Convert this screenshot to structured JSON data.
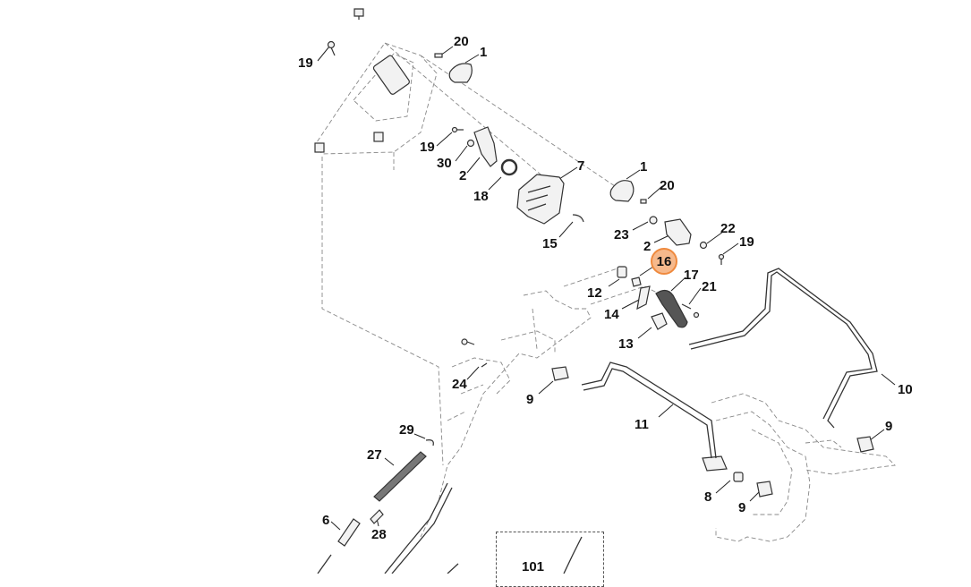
{
  "diagram": {
    "highlighted_part": "16",
    "highlight_color": "#f6b98c",
    "highlight_border": "#ef8a3e",
    "line_color": "#333333",
    "dash_color": "#888888",
    "labels": {
      "p20a": "20",
      "p1a": "1",
      "p19a": "19",
      "p19b": "19",
      "p30": "30",
      "p2a": "2",
      "p18": "18",
      "p7": "7",
      "p1b": "1",
      "p20b": "20",
      "p23": "23",
      "p2b": "2",
      "p22": "22",
      "p19c": "19",
      "p15": "15",
      "p16": "16",
      "p17": "17",
      "p12": "12",
      "p21": "21",
      "p14": "14",
      "p13": "13",
      "p24": "24",
      "p9a": "9",
      "p11": "11",
      "p10": "10",
      "p9b": "9",
      "p29": "29",
      "p27": "27",
      "p8": "8",
      "p9c": "9",
      "p6": "6",
      "p28": "28",
      "p101": "101"
    }
  }
}
